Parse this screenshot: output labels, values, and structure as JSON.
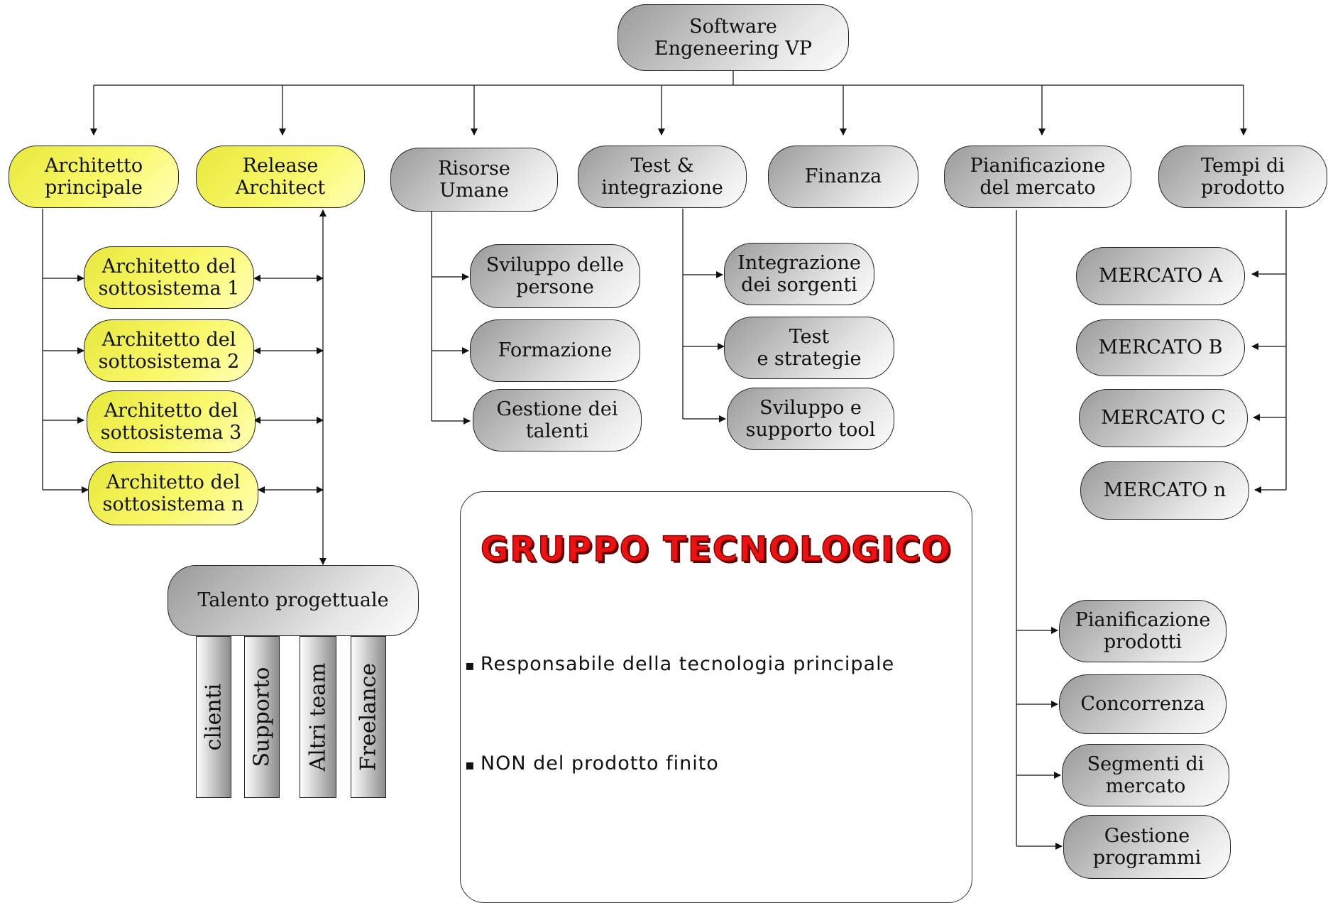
{
  "root": {
    "label": "Software\nEngeneering VP"
  },
  "branches": {
    "architetto": "Architetto\nprincipale",
    "release": "Release\nArchitect",
    "risorse": "Risorse\nUmane",
    "test": "Test &\nintegrazione",
    "finanza": "Finanza",
    "pianificazione": "Pianificazione\ndel mercato",
    "tempi": "Tempi di\nprodotto"
  },
  "subsystems": [
    "Architetto del\nsottosistema 1",
    "Architetto del\nsottosistema 2",
    "Architetto del\nsottosistema 3",
    "Architetto del\nsottosistema n"
  ],
  "talento": {
    "label": "Talento progettuale",
    "pillars": [
      "clienti",
      "Supporto",
      "Altri team",
      "Freelance"
    ]
  },
  "risorse_children": [
    "Sviluppo delle\npersone",
    "Formazione",
    "Gestione dei\ntalenti"
  ],
  "test_children": [
    "Integrazione\ndei sorgenti",
    "Test\ne strategie",
    "Sviluppo e\nsupporto tool"
  ],
  "mercati": [
    "MERCATO A",
    "MERCATO B",
    "MERCATO C",
    "MERCATO n"
  ],
  "pianificazione_children": [
    "Pianificazione\nprodotti",
    "Concorrenza",
    "Segmenti di\nmercato",
    "Gestione\nprogrammi"
  ],
  "info": {
    "title": "GRUPPO TECNOLOGICO",
    "bullets": [
      "Responsabile della tecnologia principale",
      "NON del prodotto finito"
    ]
  }
}
